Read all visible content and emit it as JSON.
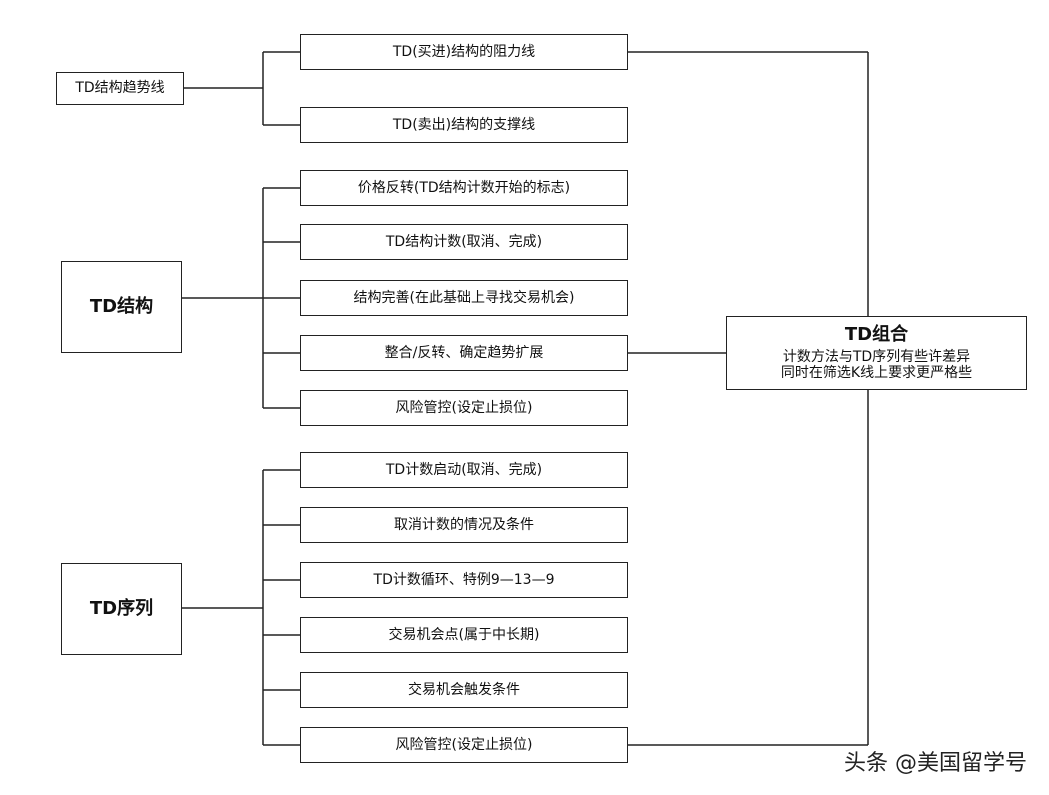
{
  "groups": [
    {
      "title": "TD结构趋势线",
      "items": [
        "TD(买进)结构的阻力线",
        "TD(卖出)结构的支撑线"
      ]
    },
    {
      "title": "TD结构",
      "items": [
        "价格反转(TD结构计数开始的标志)",
        "TD结构计数(取消、完成)",
        "结构完善(在此基础上寻找交易机会)",
        "整合/反转、确定趋势扩展",
        "风险管控(设定止损位)"
      ]
    },
    {
      "title": "TD序列",
      "items": [
        "TD计数启动(取消、完成)",
        "取消计数的情况及条件",
        "TD计数循环、特例9—13—9",
        "交易机会点(属于中长期)",
        "交易机会触发条件",
        "风险管控(设定止损位)"
      ]
    }
  ],
  "combo": {
    "title": "TD组合",
    "line1": "计数方法与TD序列有些许差异",
    "line2": "同时在筛选K线上要求更严格些"
  },
  "watermark": "头条 @美国留学号",
  "colors": {
    "line": "#222222",
    "background": "#ffffff"
  }
}
